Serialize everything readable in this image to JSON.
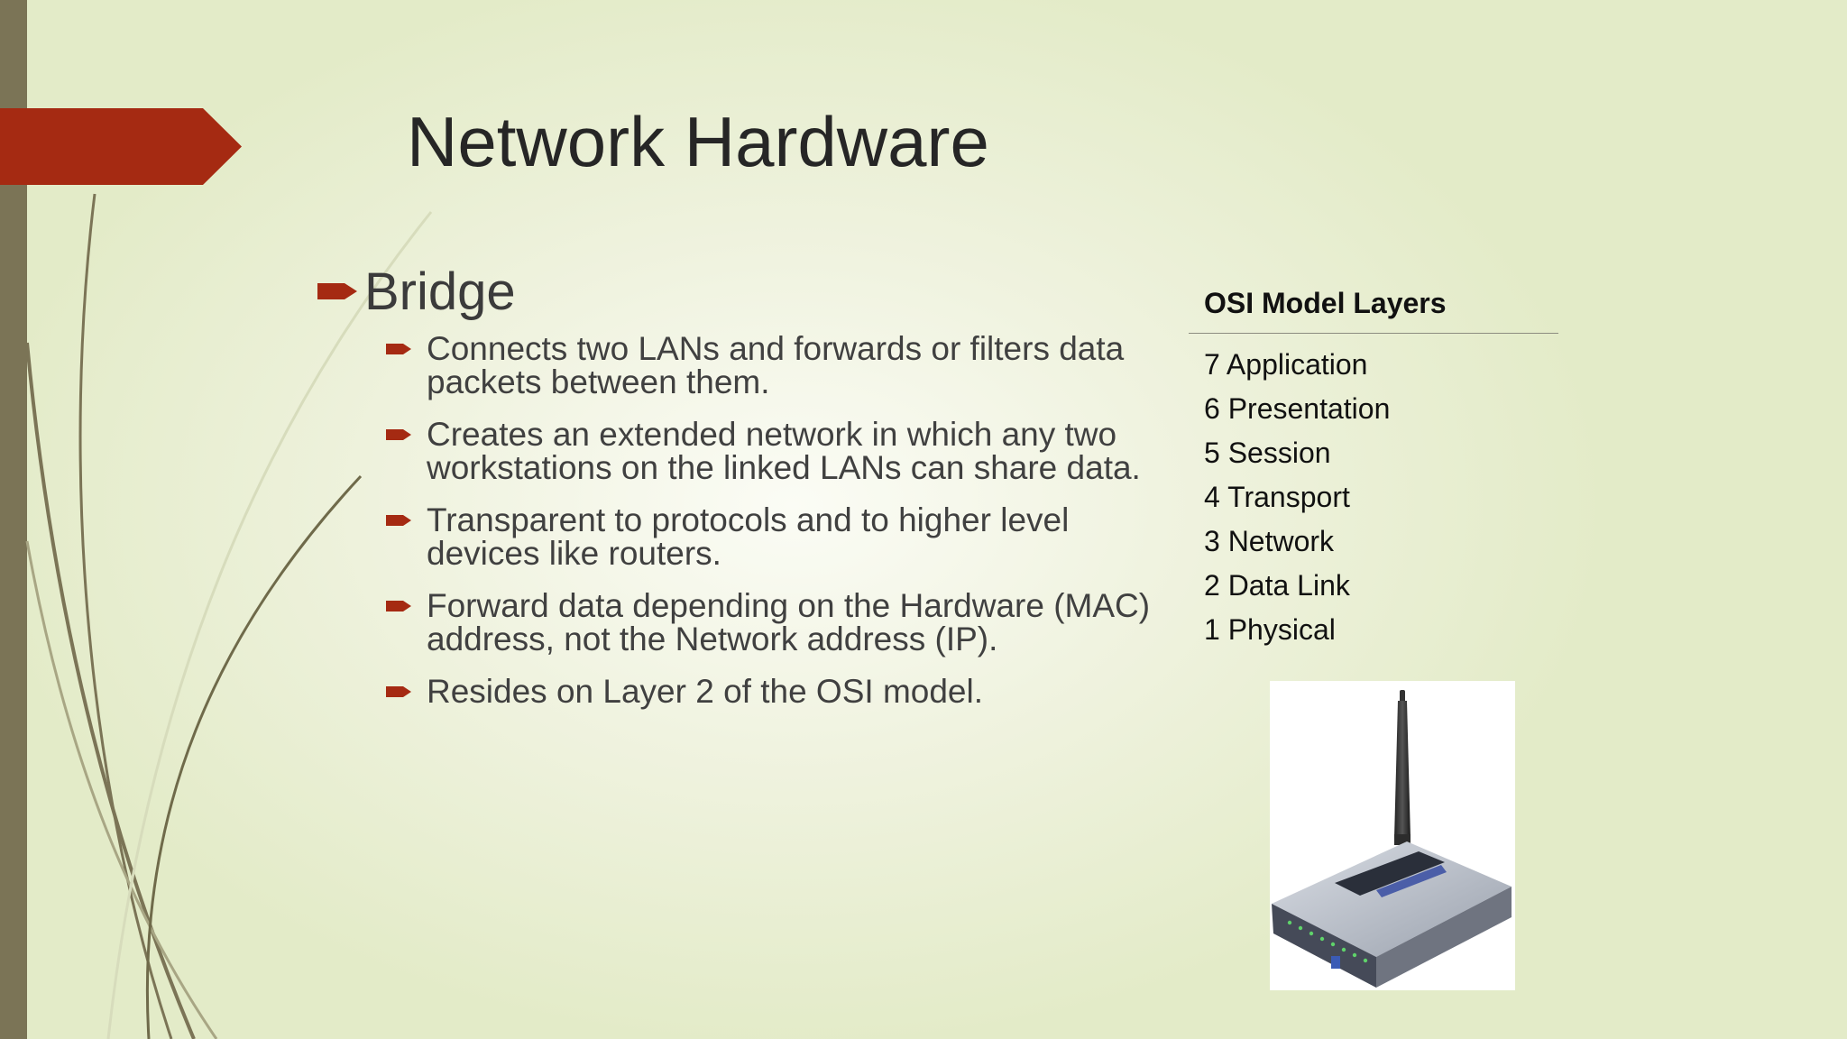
{
  "slide": {
    "title": "Network Hardware",
    "main_bullet": "Bridge",
    "sub_bullets": [
      "Connects two LANs and forwards or filters data packets between them.",
      "Creates an extended network in which any two workstations on the linked LANs can share data.",
      "Transparent to protocols and to higher level devices like routers.",
      "Forward data depending on the Hardware (MAC) address, not the Network address (IP).",
      "Resides on Layer 2 of the OSI model."
    ]
  },
  "osi_table": {
    "header": "OSI Model Layers",
    "layers": [
      "7 Application",
      "6 Presentation",
      "5 Session",
      "4 Transport",
      "3 Network",
      "2 Data Link",
      "1 Physical"
    ]
  },
  "colors": {
    "accent": "#a52a12",
    "sidebar": "#7b7456",
    "text": "#404040"
  },
  "icons": {
    "bullet": "arrow-right-icon",
    "image": "wireless-router-photo"
  }
}
